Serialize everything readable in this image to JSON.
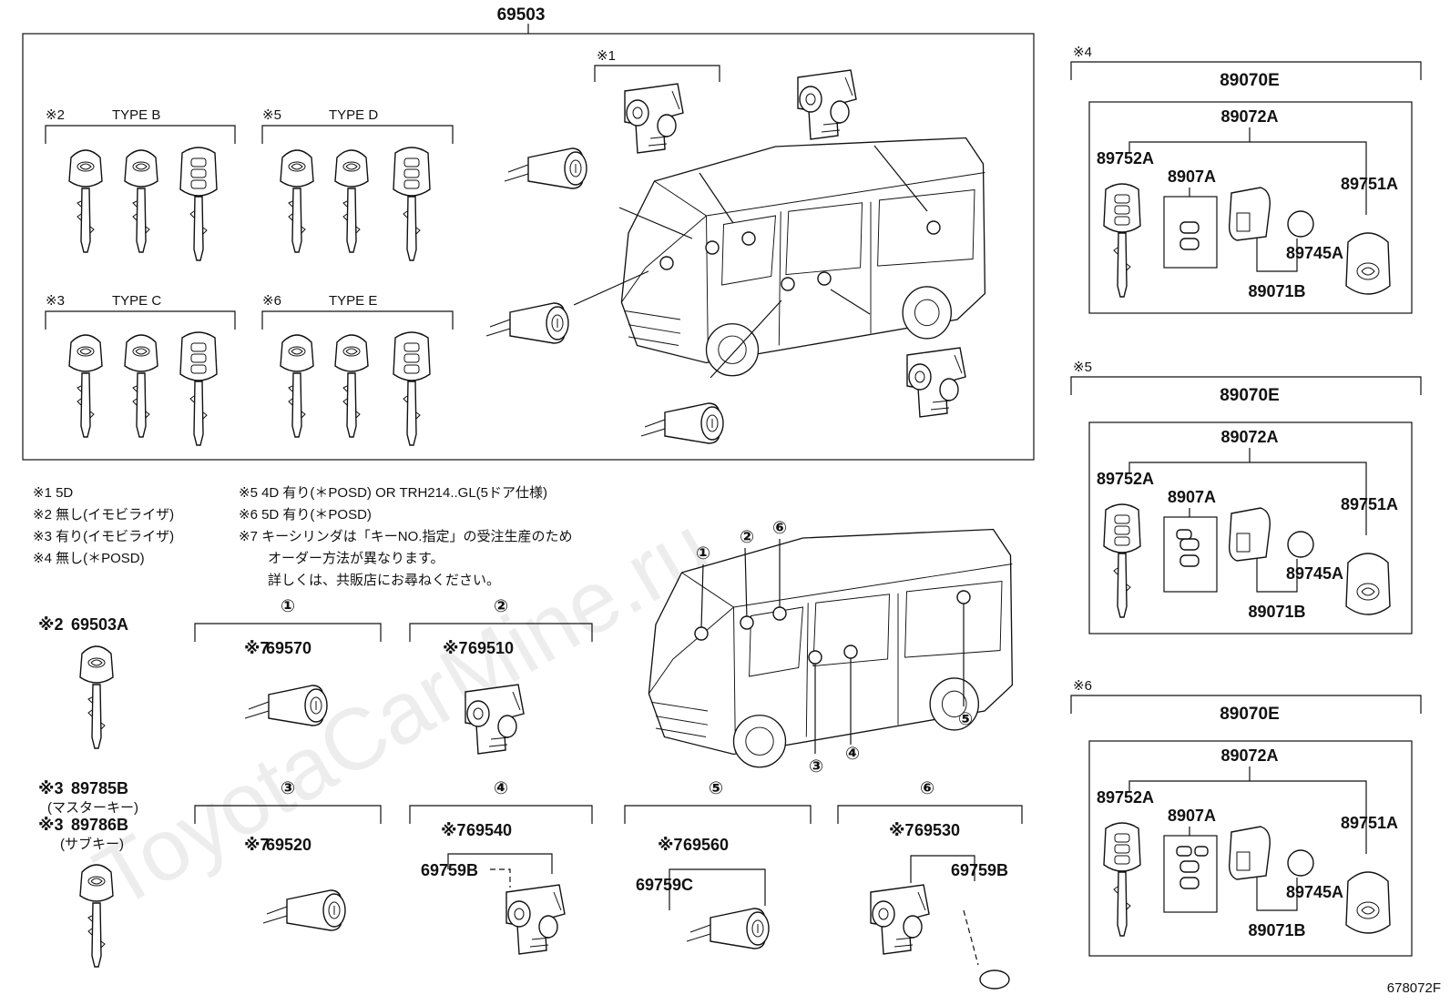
{
  "watermark": "ToyotaCarMine.ru",
  "diagram_id": "678072F",
  "assembly": {
    "number": "69503",
    "key_groups": [
      {
        "mark": "※2",
        "label": "TYPE B"
      },
      {
        "mark": "※5",
        "label": "TYPE D"
      },
      {
        "mark": "※3",
        "label": "TYPE C"
      },
      {
        "mark": "※6",
        "label": "TYPE E"
      }
    ],
    "door_lock_mark": "※1"
  },
  "notes": {
    "left": [
      "※1 5D",
      "※2 無し(イモビライザ)",
      "※3 有り(イモビライザ)",
      "※4 無し(＊POSD)"
    ],
    "right": [
      "※5 4D 有り(＊POSD) OR TRH214..GL(5ドア仕様)",
      "※6 5D 有り(＊POSD)",
      "※7 キーシリンダは「キーNO.指定」の受注生産のため",
      "オーダー方法が異なります。",
      "詳しくは、共販店にお尋ねください。"
    ]
  },
  "spare_keys": {
    "key_a": {
      "mark": "※2",
      "number": "69503A"
    },
    "key_b": {
      "mark": "※3",
      "number": "89785B",
      "desc": "(マスターキー)"
    },
    "key_c": {
      "mark": "※3",
      "number": "89786B",
      "desc": "(サブキー)"
    }
  },
  "positions": [
    {
      "circle": "①",
      "mark": "※7",
      "number": "69570"
    },
    {
      "circle": "②",
      "mark": "※7",
      "number": "69510"
    },
    {
      "circle": "③",
      "mark": "※7",
      "number": "69520"
    },
    {
      "circle": "④",
      "mark": "※7",
      "number": "69540",
      "sub": "69759B"
    },
    {
      "circle": "⑤",
      "mark": "※7",
      "number": "69560",
      "sub": "69759C"
    },
    {
      "circle": "⑥",
      "mark": "※7",
      "number": "69530",
      "sub": "69759B"
    }
  ],
  "van_markers": [
    "①",
    "②",
    "⑥",
    "③",
    "④",
    "⑤"
  ],
  "remote_panels": [
    {
      "mark": "※4",
      "set": "89070E",
      "transmitter": "89072A",
      "key": "89752A",
      "case": "8907A",
      "cover": "89751A",
      "battery": "89745A",
      "module": "89071B"
    },
    {
      "mark": "※5",
      "set": "89070E",
      "transmitter": "89072A",
      "key": "89752A",
      "case": "8907A",
      "cover": "89751A",
      "battery": "89745A",
      "module": "89071B"
    },
    {
      "mark": "※6",
      "set": "89070E",
      "transmitter": "89072A",
      "key": "89752A",
      "case": "8907A",
      "cover": "89751A",
      "battery": "89745A",
      "module": "89071B"
    }
  ]
}
